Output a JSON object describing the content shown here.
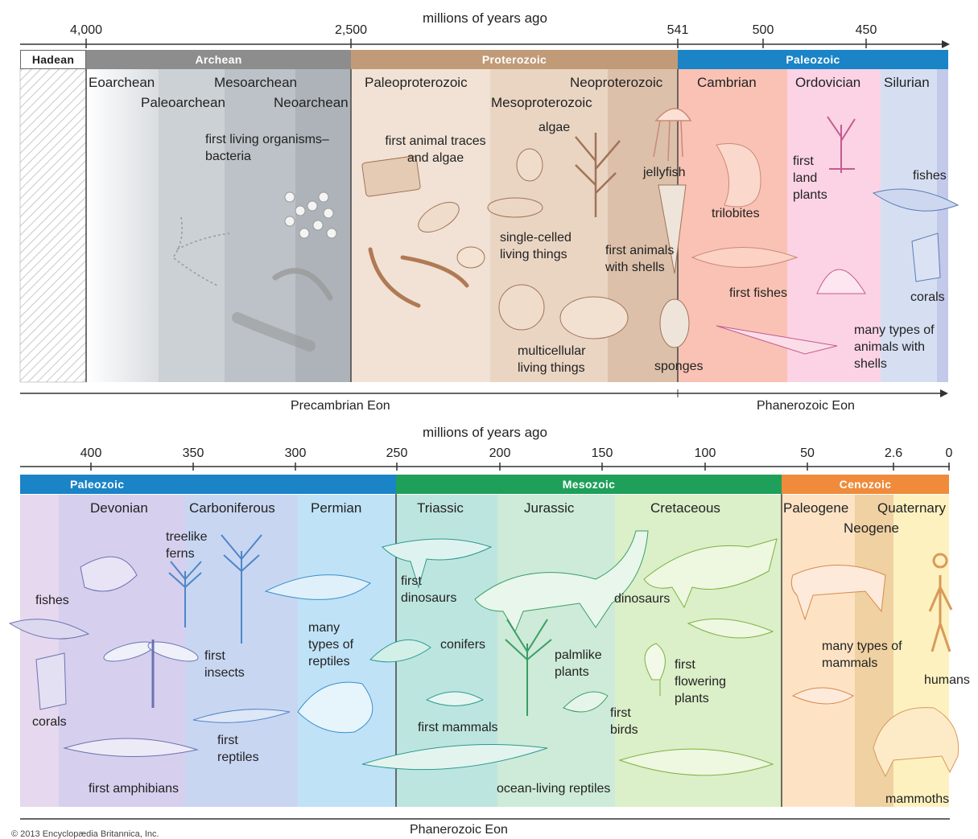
{
  "top": {
    "axis_title": "millions of years ago",
    "ticks": [
      "4,000",
      "2,500",
      "541",
      "500",
      "450"
    ],
    "eons": {
      "hadean": "Hadean",
      "archean": "Archean",
      "proterozoic": "Proterozoic",
      "paleozoic": "Paleozoic"
    },
    "periods": {
      "eoarchean": "Eoarchean",
      "paleoarchean": "Paleoarchean",
      "mesoarchean": "Mesoarchean",
      "neoarchean": "Neoarchean",
      "paleoproterozoic": "Paleoproterozoic",
      "mesoproterozoic": "Mesoproterozoic",
      "neoproterozoic": "Neoproterozoic",
      "cambrian": "Cambrian",
      "ordovician": "Ordovician",
      "silurian": "Silurian"
    },
    "captions": {
      "first_living": "first living organisms–bacteria",
      "first_animal_traces": "first animal traces and algae",
      "algae": "algae",
      "single_celled": "single-celled living things",
      "multicellular": "multicellular living things",
      "jellyfish": "jellyfish",
      "first_animals_shells": "first animals with shells",
      "sponges": "sponges",
      "trilobites": "trilobites",
      "first_land_plants": "first land plants",
      "first_fishes": "first fishes",
      "fishes": "fishes",
      "corals": "corals",
      "many_types_shells": "many types of animals with shells"
    },
    "eon_left": "Precambrian Eon",
    "eon_right": "Phanerozoic  Eon"
  },
  "bottom": {
    "axis_title": "millions of years ago",
    "ticks": [
      "400",
      "350",
      "300",
      "250",
      "200",
      "150",
      "100",
      "50",
      "2.6",
      "0"
    ],
    "eras": {
      "paleozoic": "Paleozoic",
      "mesozoic": "Mesozoic",
      "cenozoic": "Cenozoic"
    },
    "periods": {
      "devonian": "Devonian",
      "carboniferous": "Carboniferous",
      "permian": "Permian",
      "triassic": "Triassic",
      "jurassic": "Jurassic",
      "cretaceous": "Cretaceous",
      "paleogene": "Paleogene",
      "neogene": "Neogene",
      "quaternary": "Quaternary"
    },
    "captions": {
      "fishes": "fishes",
      "corals": "corals",
      "treelike_ferns": "treelike ferns",
      "first_insects": "first insects",
      "first_reptiles": "first reptiles",
      "first_amphibians": "first amphibians",
      "many_types_reptiles": "many types of reptiles",
      "first_dinosaurs": "first dinosaurs",
      "conifers": "conifers",
      "first_mammals": "first mammals",
      "palmlike_plants": "palmlike plants",
      "dinosaurs": "dinosaurs",
      "first_birds": "first birds",
      "first_flowering": "first flowering plants",
      "ocean_reptiles": "ocean-living reptiles",
      "many_mammals": "many types of mammals",
      "humans": "humans",
      "mammoths": "mammoths"
    },
    "eon": "Phanerozoic  Eon"
  },
  "copyright": "© 2013 Encyclopædia Britannica, Inc.",
  "colors": {
    "archean_band": "#8c8d8c",
    "proterozoic_band": "#c19a78",
    "paleozoic_band": "#1a84c7",
    "mesozoic_band": "#1ea05a",
    "cenozoic_band": "#ef8b3a",
    "illustration_gray": "#b9b9b9",
    "illustration_brown": "#b07a55",
    "illustration_blue": "#5a7bb8",
    "illustration_green": "#7cb342",
    "illustration_orange": "#d89a5a"
  }
}
